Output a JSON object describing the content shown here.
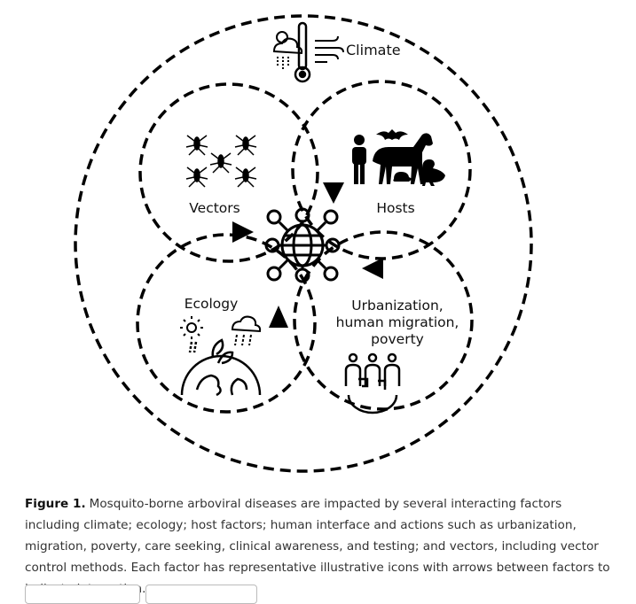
{
  "figure": {
    "labels": {
      "climate": "Climate",
      "vectors": "Vectors",
      "hosts": "Hosts",
      "ecology": "Ecology",
      "urban_line1": "Urbanization,",
      "urban_line2": "human migration,",
      "urban_line3": "poverty"
    },
    "icons": [
      "weather-icon",
      "thermometer-icon",
      "wind-icon",
      "mosquito-icon",
      "person-icon",
      "bat-icon",
      "horse-icon",
      "rodent-icon",
      "duck-icon",
      "virus-icon",
      "sun-icon",
      "rain-cloud-icon",
      "globe-icon",
      "people-icon"
    ]
  },
  "caption": {
    "label": "Figure 1.",
    "text": "Mosquito-borne arboviral diseases are impacted by several interacting factors including climate; ecology; host factors; human interface and actions such as urbanization, migration, poverty, care seeking, clinical awareness, and testing; and vectors, including vector control methods. Each factor has representative illustrative icons with arrows between factors to indicate interaction."
  },
  "buttons": [
    "",
    ""
  ]
}
